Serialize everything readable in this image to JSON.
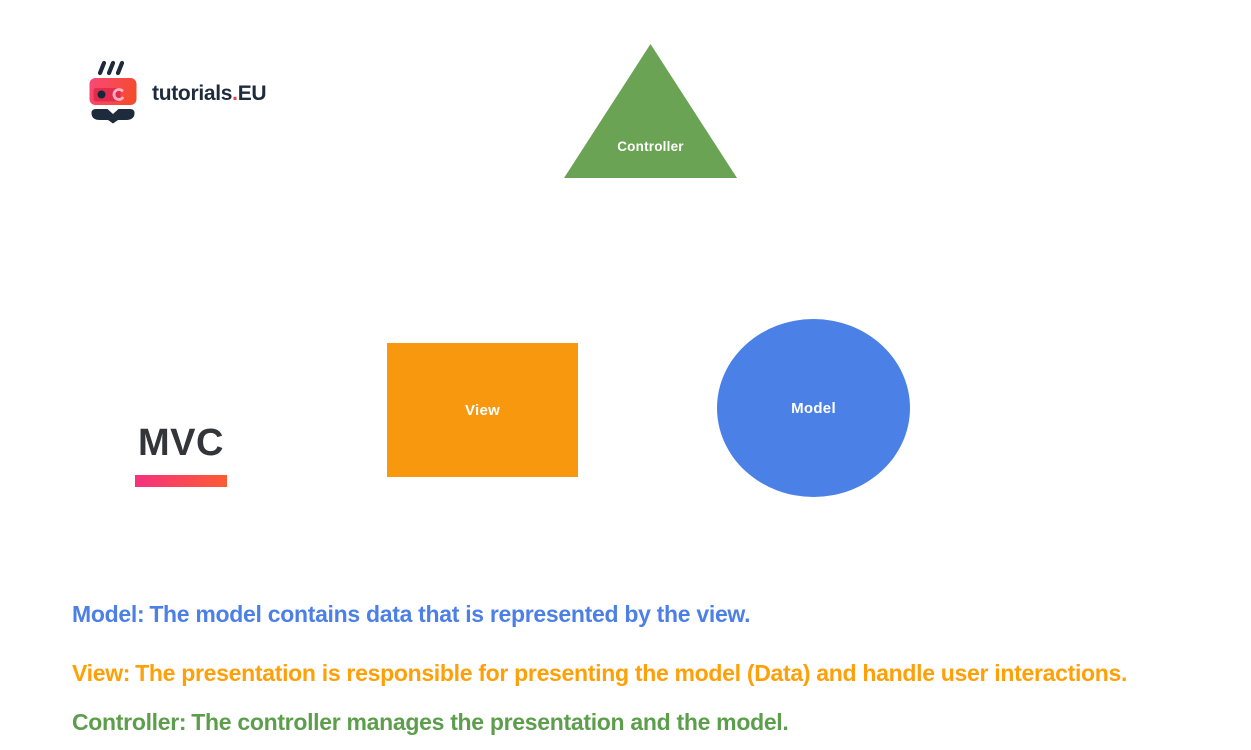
{
  "brand": {
    "name": "tutorials",
    "dot": ".",
    "tld": "EU",
    "navy": "#1e2b3c",
    "red": "#ef4050",
    "icon_gradient_from": "#f9487a",
    "icon_gradient_to": "#f44b2f"
  },
  "title": {
    "text": "MVC",
    "color": "#323539",
    "underline_from": "#f5317f",
    "underline_to": "#fc5c33"
  },
  "shapes": {
    "controller": {
      "label": "Controller",
      "fill": "#6ba354",
      "type": "triangle"
    },
    "view": {
      "label": "View",
      "fill": "#f8980e",
      "type": "rectangle"
    },
    "model": {
      "label": "Model",
      "fill": "#4b81e6",
      "type": "circle"
    }
  },
  "notes": [
    {
      "label": "Model:",
      "text": "The model contains data that is represented by the view.",
      "color": "#4d80e6"
    },
    {
      "label": "View:",
      "text": "The presentation is responsible for presenting the model (Data) and handle user interactions.",
      "color": "#ffa008"
    },
    {
      "label": "Controller:",
      "text": "The controller manages the presentation and the model.",
      "color": "#5c9e4c"
    }
  ]
}
